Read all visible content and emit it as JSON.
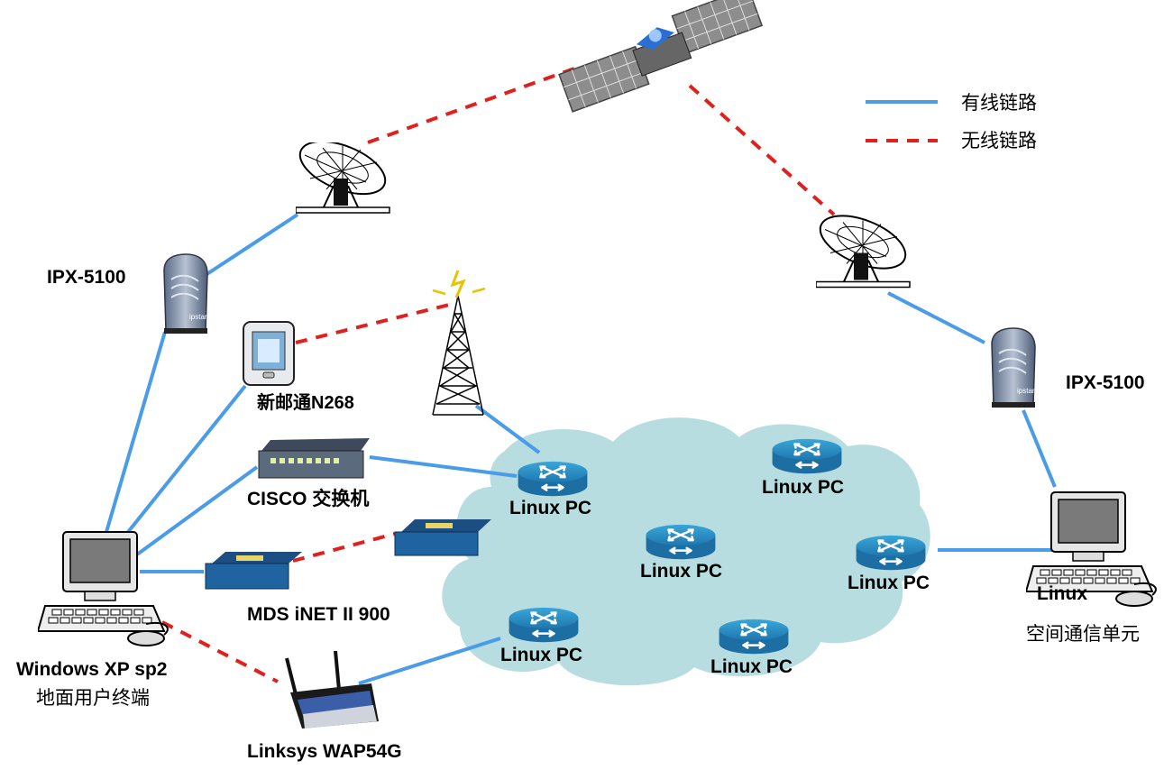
{
  "legend": {
    "wired_label": "有线链路",
    "wireless_label": "无线链路",
    "wired_color": "#4a9be8",
    "wireless_color": "#e0201d"
  },
  "nodes": {
    "ipx_left": "IPX-5100",
    "ipx_right": "IPX-5100",
    "pda": "新邮通N268",
    "cisco_switch": "CISCO 交换机",
    "mds_radio": "MDS iNET II 900",
    "ground_terminal_os": "Windows XP sp2",
    "ground_terminal": "地面用户终端",
    "linksys": "Linksys WAP54G",
    "space_unit_os": "Linux",
    "space_unit": "空间通信单元"
  },
  "routers": [
    "Linux PC",
    "Linux PC",
    "Linux PC",
    "Linux PC",
    "Linux PC",
    "Linux PC"
  ],
  "icons": [
    "satellite-icon",
    "satellite-dish-icon",
    "modem-icon",
    "pda-icon",
    "cell-tower-icon",
    "network-switch-icon",
    "radio-modem-icon",
    "wireless-router-icon",
    "computer-icon",
    "router-icon",
    "cloud-icon"
  ],
  "colors": {
    "cloud": "#b7dde1",
    "router": "#2b8fc3",
    "device_gray": "#8e9aaa"
  }
}
